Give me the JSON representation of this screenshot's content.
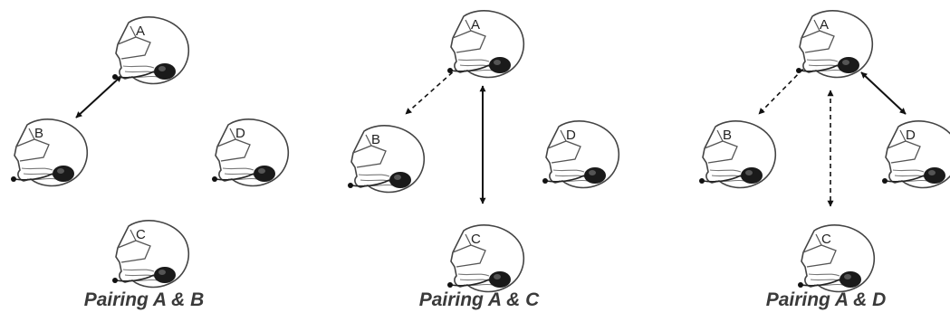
{
  "panels": [
    {
      "caption": "Pairing A & B",
      "helmets": [
        {
          "id": "A",
          "label": "A"
        },
        {
          "id": "B",
          "label": "B"
        },
        {
          "id": "C",
          "label": "C"
        },
        {
          "id": "D",
          "label": "D"
        }
      ],
      "links": [
        {
          "from": "A",
          "to": "B",
          "style": "solid"
        }
      ]
    },
    {
      "caption": "Pairing A & C",
      "helmets": [
        {
          "id": "A",
          "label": "A"
        },
        {
          "id": "B",
          "label": "B"
        },
        {
          "id": "C",
          "label": "C"
        },
        {
          "id": "D",
          "label": "D"
        }
      ],
      "links": [
        {
          "from": "A",
          "to": "B",
          "style": "dashed"
        },
        {
          "from": "A",
          "to": "C",
          "style": "solid"
        }
      ]
    },
    {
      "caption": "Pairing A & D",
      "helmets": [
        {
          "id": "A",
          "label": "A"
        },
        {
          "id": "B",
          "label": "B"
        },
        {
          "id": "C",
          "label": "C"
        },
        {
          "id": "D",
          "label": "D"
        }
      ],
      "links": [
        {
          "from": "A",
          "to": "B",
          "style": "dashed"
        },
        {
          "from": "A",
          "to": "C",
          "style": "dashed"
        },
        {
          "from": "A",
          "to": "D",
          "style": "solid"
        }
      ]
    }
  ]
}
